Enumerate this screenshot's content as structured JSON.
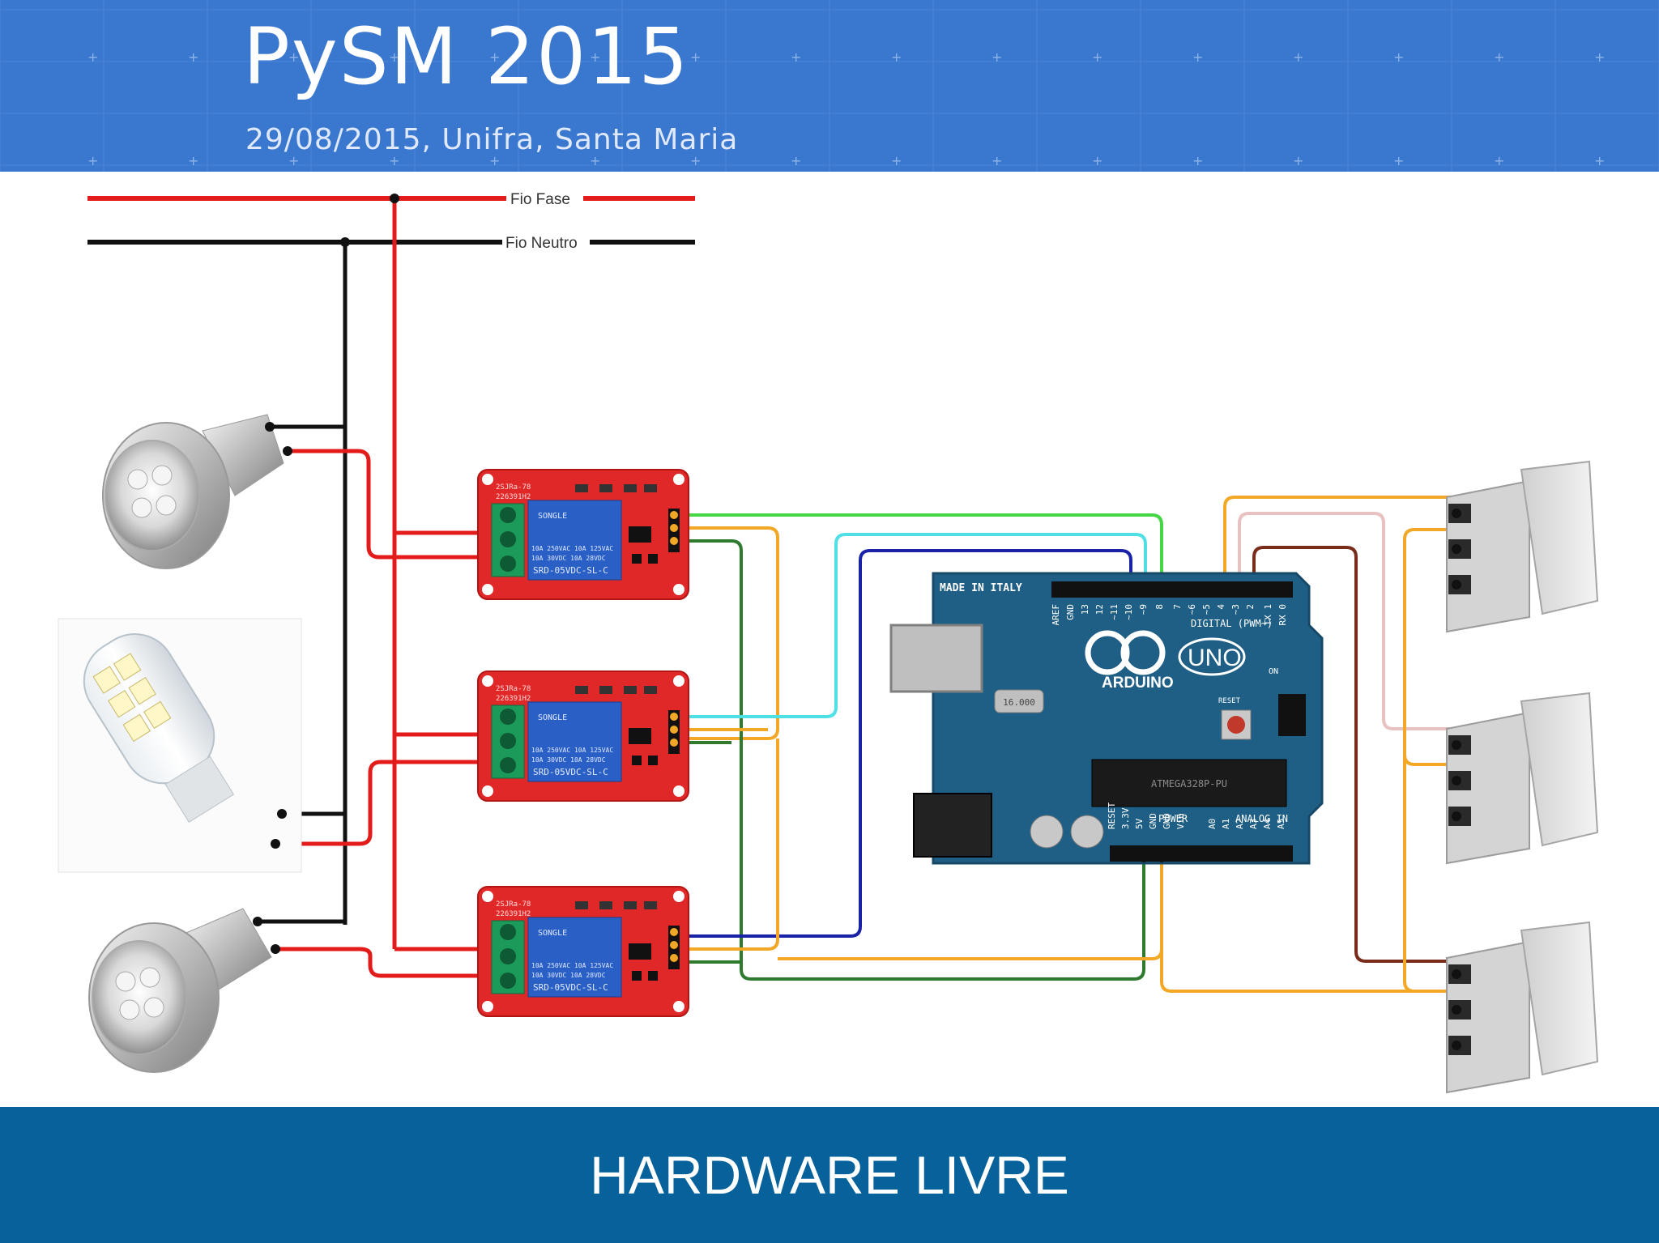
{
  "header": {
    "title": "PySM 2015",
    "subtitle": "29/08/2015, Unifra, Santa Maria"
  },
  "diagram": {
    "wire_phase_label": "Fio Fase",
    "wire_neutral_label": "Fio Neutro",
    "relay": {
      "top_label": "2SJRa-78",
      "sub_label": "226391H2",
      "brand": "SONGLE",
      "spec_line1": "10A 250VAC 10A 125VAC",
      "spec_line2": "10A 30VDC 10A 28VDC",
      "model": "SRD-05VDC-SL-C"
    },
    "arduino": {
      "made_in": "MADE IN ITALY",
      "brand": "ARDUINO",
      "model": "UNO",
      "digital_label": "DIGITAL (PWM~)",
      "power_label": "POWER",
      "analog_label": "ANALOG IN",
      "digital_pins": [
        "AREF",
        "GND",
        "13",
        "12",
        "~11",
        "~10",
        "~9",
        "8",
        "7",
        "~6",
        "~5",
        "4",
        "~3",
        "2",
        "TX 1",
        "RX 0"
      ],
      "power_pins": [
        "RESET",
        "3.3V",
        "5V",
        "GND",
        "GND",
        "Vin"
      ],
      "analog_pins": [
        "A0",
        "A1",
        "A2",
        "A3",
        "A4",
        "A5"
      ],
      "reset_label": "RESET",
      "on_label": "ON",
      "chip_label": "ATMEGA328P-PU",
      "crystal_label": "16.000"
    },
    "colors": {
      "phase": "#e31b1b",
      "neutral": "#111111",
      "green": "#45d645",
      "cyan": "#4fe0e6",
      "blue": "#1a22a8",
      "orange": "#f2a826",
      "dark_green": "#2f7a2f",
      "pink": "#e8c1c1",
      "brown": "#7a2c1a",
      "relay_board": "#e12828",
      "arduino_board": "#1f5f86",
      "header_bg": "#3a78cf",
      "footer_bg": "#07629b"
    }
  },
  "footer": {
    "title": "HARDWARE LIVRE"
  }
}
